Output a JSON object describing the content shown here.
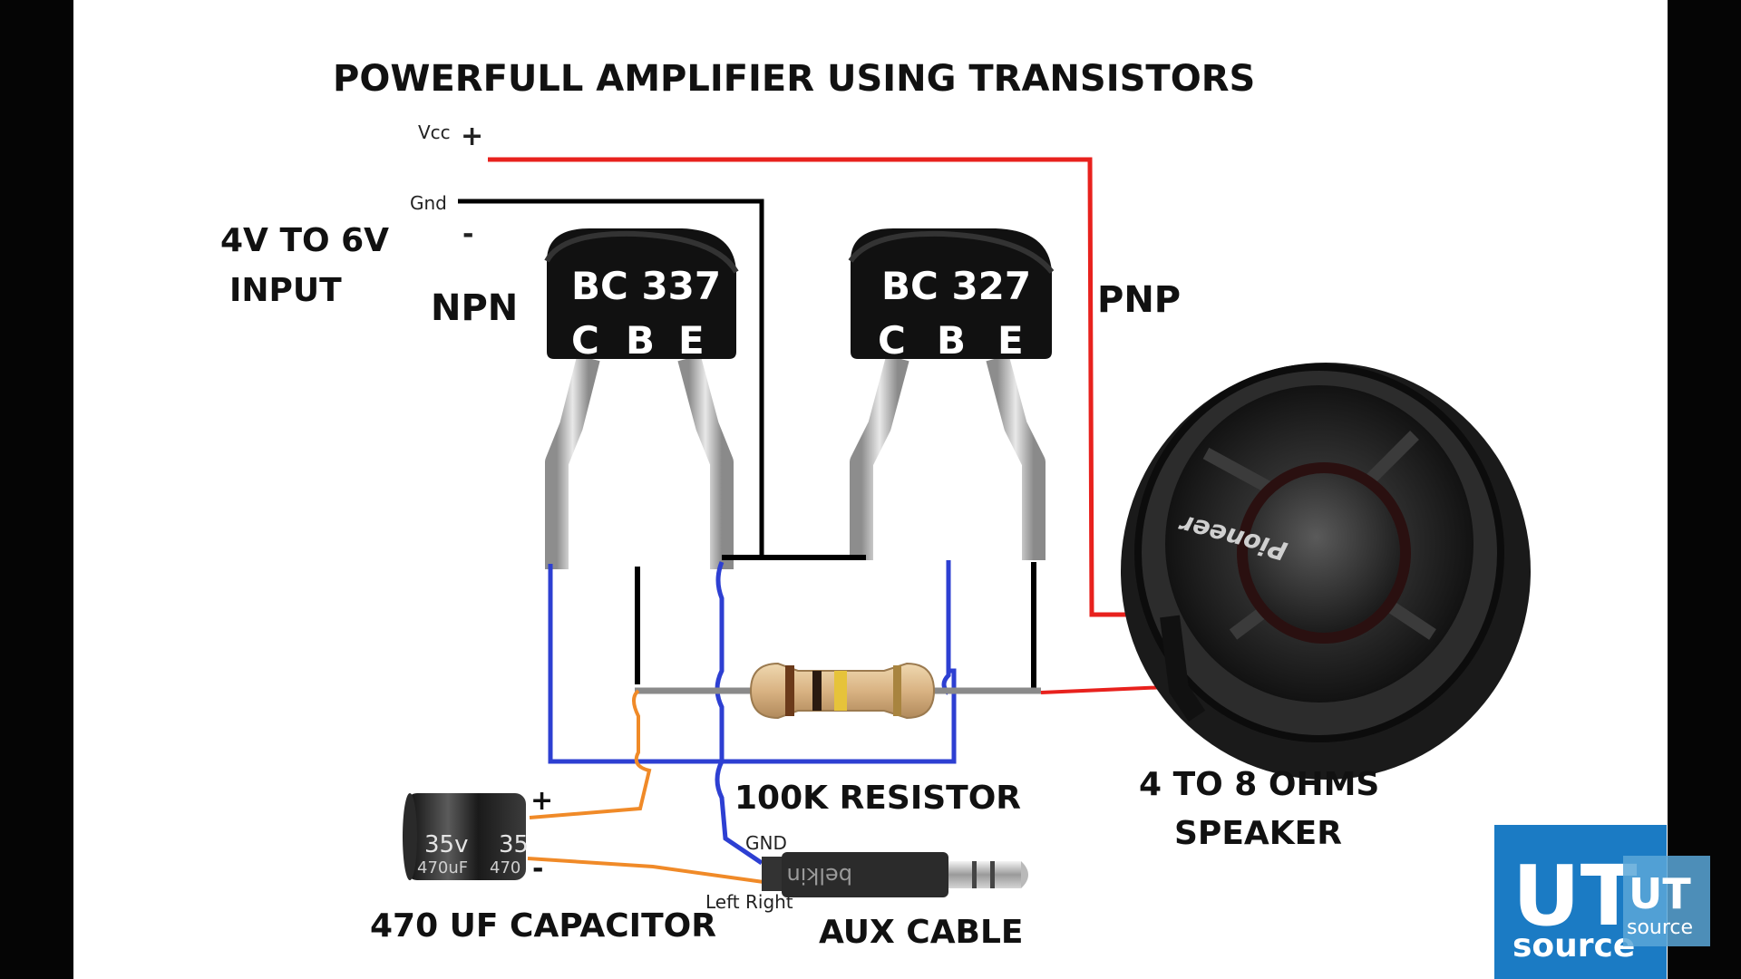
{
  "title": "POWERFULL AMPLIFIER USING TRANSISTORS",
  "supply": {
    "vcc_label": "Vcc",
    "plus": "+",
    "gnd_label": "Gnd",
    "minus": "-",
    "input_line1": "4V TO 6V",
    "input_line2": "INPUT"
  },
  "transistors": [
    {
      "part": "BC 337",
      "pins": [
        "C",
        "B",
        "E"
      ],
      "type": "NPN"
    },
    {
      "part": "BC 327",
      "pins": [
        "C",
        "B",
        "E"
      ],
      "type": "PNP"
    }
  ],
  "resistor_label": "100K RESISTOR",
  "speaker": {
    "brand": "Pioneer",
    "line1": "4 TO 8 OHMS",
    "line2": "SPEAKER"
  },
  "capacitor": {
    "body_text1": "35v",
    "body_text2": "35",
    "body_text3": "470uF",
    "body_text4": "470",
    "plus": "+",
    "minus": "-",
    "label": "470 UF CAPACITOR"
  },
  "aux": {
    "gnd": "GND",
    "left_right": "Left Right",
    "brand": "belkin",
    "label": "AUX CABLE"
  },
  "watermark": {
    "big": "UT",
    "small_top": "UT",
    "small_bottom": "source",
    "bottom": "source"
  },
  "colors": {
    "positive_wire": "#e8211d",
    "ground_wire": "#000000",
    "signal_wire": "#2d3fd2",
    "cap_wire": "#f08a28",
    "watermark_blue": "#1b7bc4"
  }
}
